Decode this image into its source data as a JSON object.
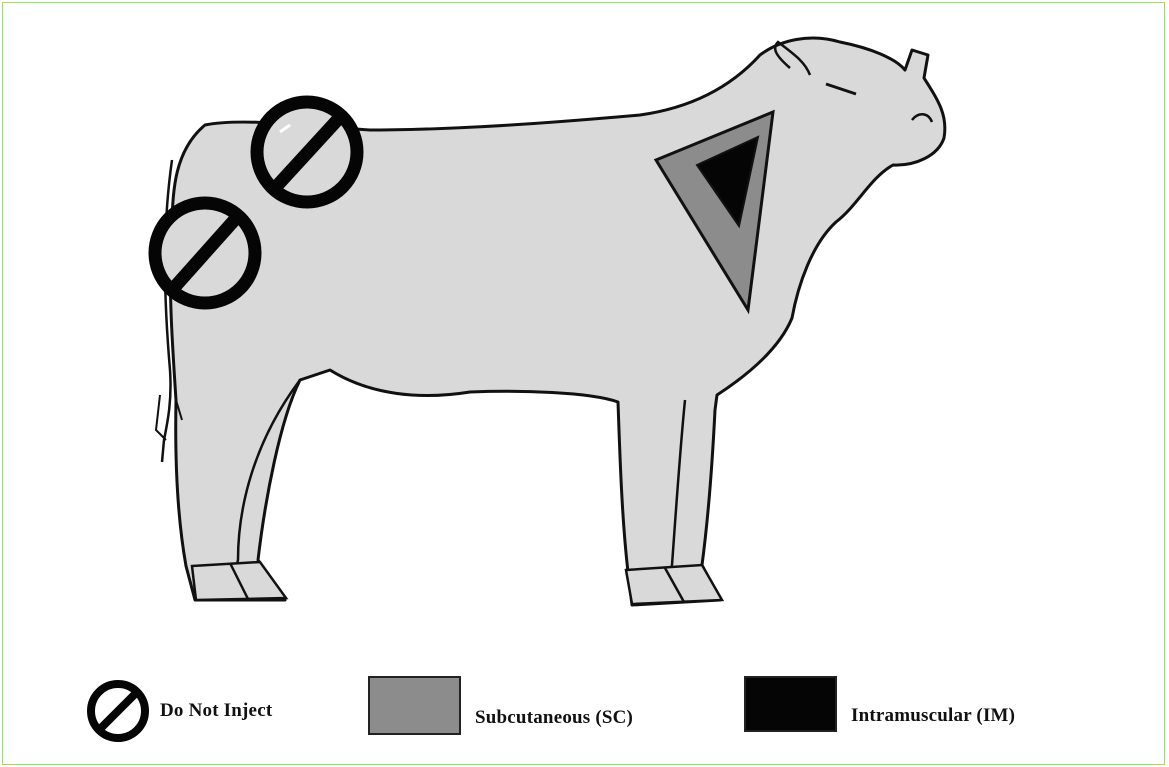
{
  "colors": {
    "frame_border": "#a8d08d",
    "body_fill": "#d9d9d9",
    "outline": "#111111",
    "subcutaneous": "#8c8c8c",
    "intramuscular": "#050505"
  },
  "diagram": {
    "subject": "cow-silhouette",
    "markers": [
      {
        "type": "do-not-inject",
        "icon": "prohibition-icon",
        "location": "upper-hip"
      },
      {
        "type": "do-not-inject",
        "icon": "prohibition-icon",
        "location": "round"
      },
      {
        "type": "injection-zone",
        "location": "neck",
        "layers": [
          "subcutaneous",
          "intramuscular"
        ]
      }
    ]
  },
  "legend": {
    "items": [
      {
        "id": "do-not-inject",
        "icon": "prohibition-icon",
        "label": "Do Not Inject"
      },
      {
        "id": "subcutaneous",
        "icon": "gray-square",
        "label": "Subcutaneous (SC)"
      },
      {
        "id": "intramuscular",
        "icon": "black-square",
        "label": "Intramuscular (IM)"
      }
    ]
  }
}
